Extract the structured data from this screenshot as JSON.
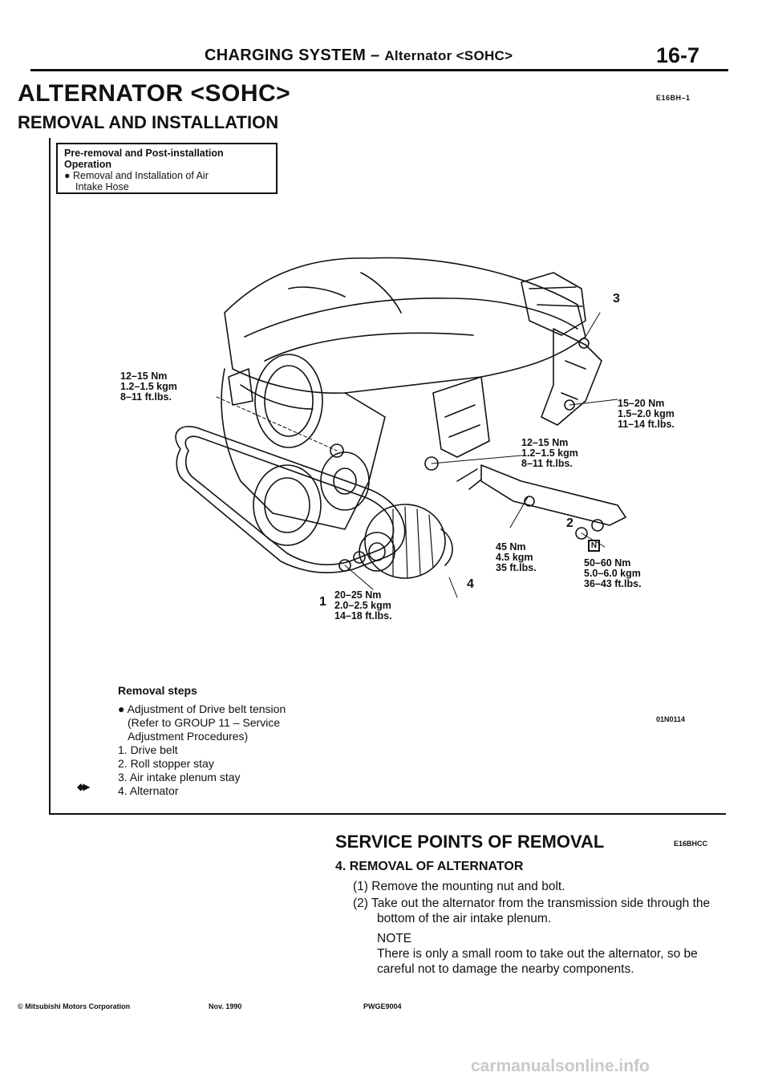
{
  "header": {
    "title_main": "CHARGING SYSTEM – ",
    "title_sub": "Alternator <SOHC>",
    "page_number": "16-7"
  },
  "doc": {
    "title": "ALTERNATOR <SOHC>",
    "code": "E16BH–1",
    "subtitle": "REMOVAL AND INSTALLATION"
  },
  "pre_box": {
    "title_line1": "Pre-removal and Post-installation",
    "title_line2": "Operation",
    "item_line1": "● Removal and Installation of Air",
    "item_line2": "Intake Hose"
  },
  "figure": {
    "code": "01N0114",
    "callouts": {
      "a": [
        "12–15 Nm",
        "1.2–1.5 kgm",
        "8–11 ft.lbs."
      ],
      "b": [
        "15–20 Nm",
        "1.5–2.0 kgm",
        "11–14 ft.lbs."
      ],
      "c": [
        "12–15 Nm",
        "1.2–1.5 kgm",
        "8–11 ft.lbs."
      ],
      "d": [
        "45 Nm",
        "4.5 kgm",
        "35 ft.lbs."
      ],
      "e": [
        "50–60 Nm",
        "5.0–6.0 kgm",
        "36–43 ft.lbs."
      ],
      "f": [
        "20–25 Nm",
        "2.0–2.5 kgm",
        "14–18 ft.lbs."
      ]
    },
    "numbers": {
      "n1": "1",
      "n2": "2",
      "n3": "3",
      "n4": "4"
    },
    "nut_mark": "N"
  },
  "steps": {
    "title": "Removal steps",
    "lines": [
      "● Adjustment of Drive belt tension",
      "(Refer to GROUP 11 – Service",
      "Adjustment Procedures)",
      "1. Drive belt",
      "2. Roll stopper stay",
      "3. Air intake plenum stay",
      "4. Alternator"
    ],
    "arrow_icon": "◆▶"
  },
  "service": {
    "title": "SERVICE POINTS OF REMOVAL",
    "code": "E16BHCC",
    "subtitle": "4. REMOVAL OF ALTERNATOR",
    "p1": "(1) Remove the mounting nut and bolt.",
    "p2": "(2) Take out the alternator from the transmission side through the bottom of the air intake plenum.",
    "note_title": "NOTE",
    "note_text": "There is only a small room to take out the alternator, so be careful not to damage the nearby components."
  },
  "footer": {
    "copyright": "© Mitsubishi Motors Corporation",
    "date": "Nov. 1990",
    "code": "PWGE9004"
  },
  "watermark": "carmanualsonline.info"
}
